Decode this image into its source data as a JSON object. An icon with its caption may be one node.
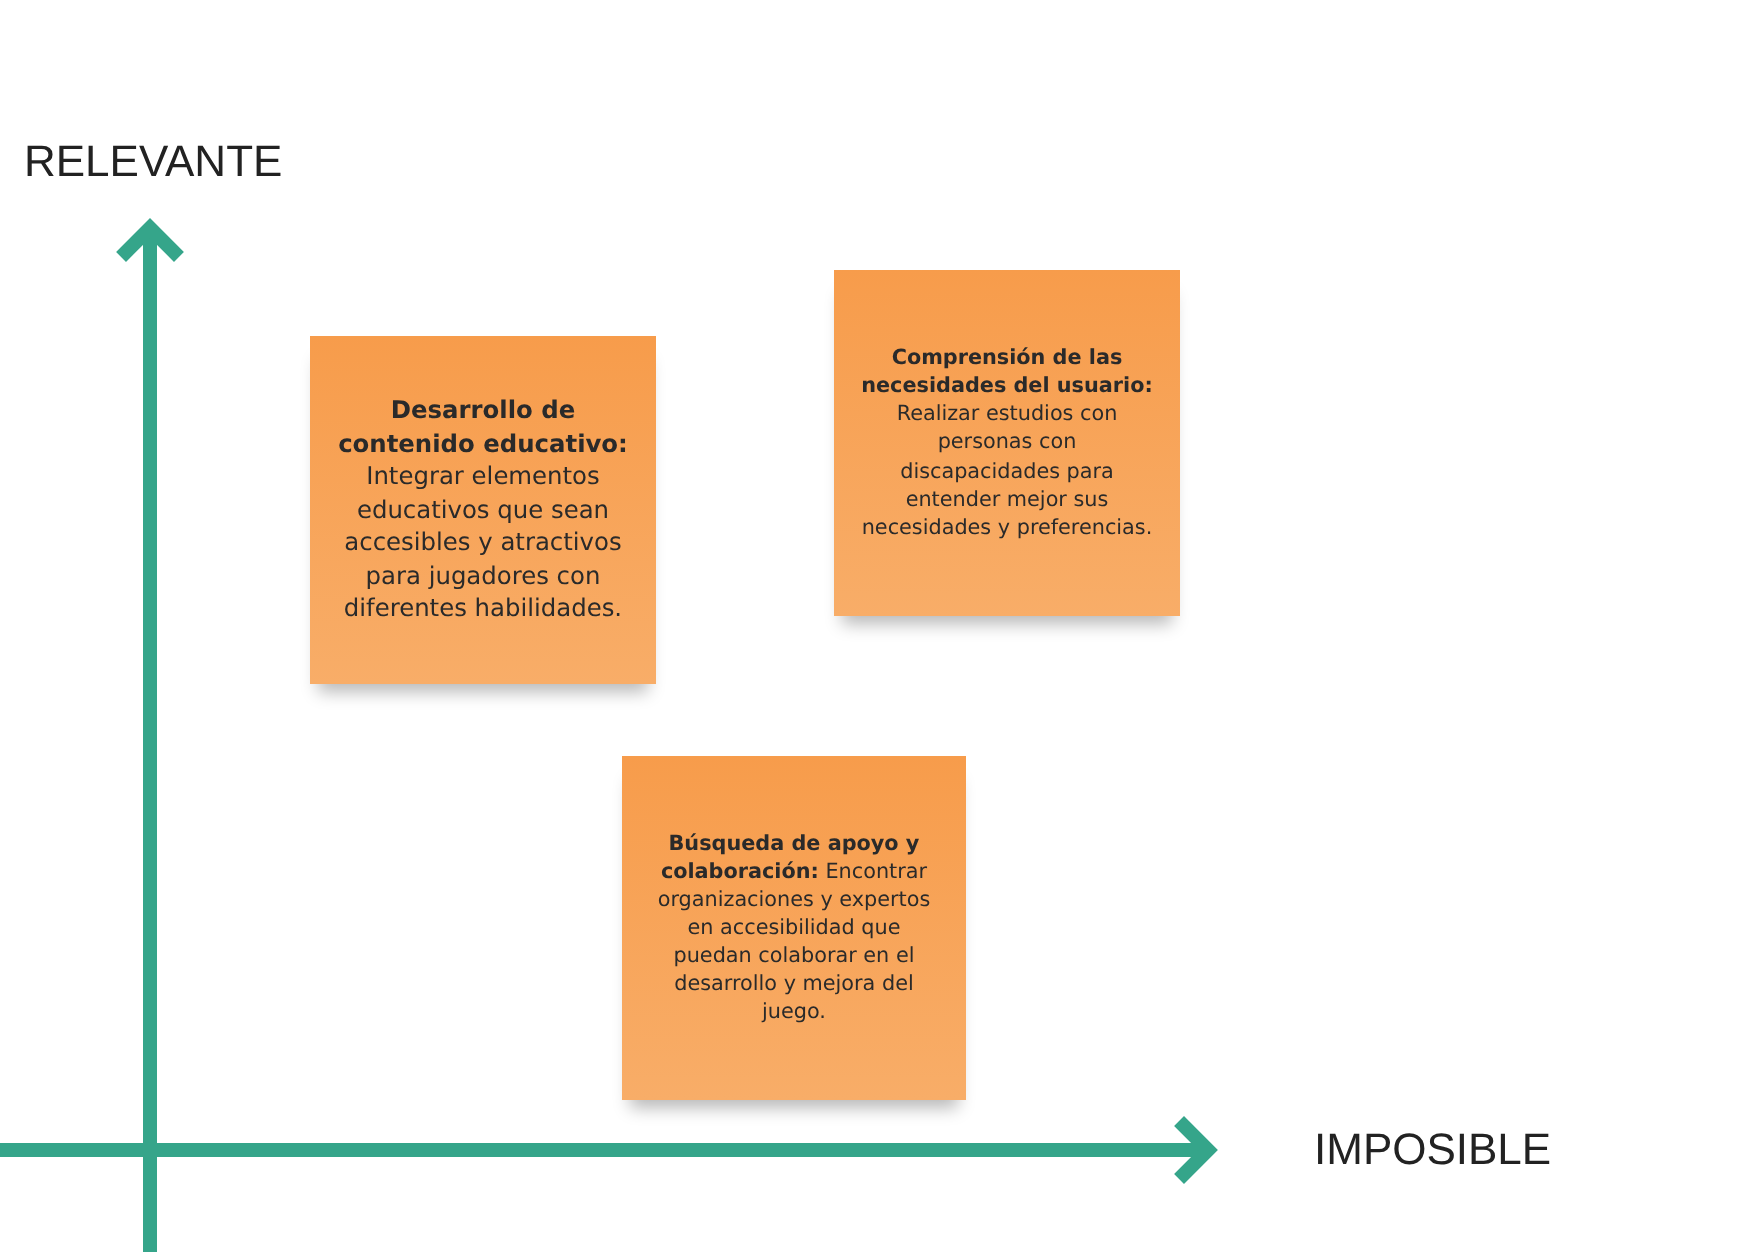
{
  "diagram": {
    "nodes": [
      {
        "text": [
          "**Desarrollo de contenido educativo:** Integrar elementos educativos que sean accesibles y atractivos para jugadores con diferentes habilidades."
        ]
      },
      {
        "text": [
          "**Comprensión de las necesidades del usuario:** Realizar estudios con personas con discapacidades para entender mejor sus necesidades y preferencias."
        ]
      },
      {
        "text": [
          "**Búsqueda de apoyo y colaboración:** Encontrar organizaciones y expertos en accesibilidad que puedan colaborar en el desarrollo y mejora del juego."
        ]
      }
    ],
    "edges": [],
    "labels": [
      "RELEVANTE",
      "IMPOSIBLE"
    ]
  }
}
